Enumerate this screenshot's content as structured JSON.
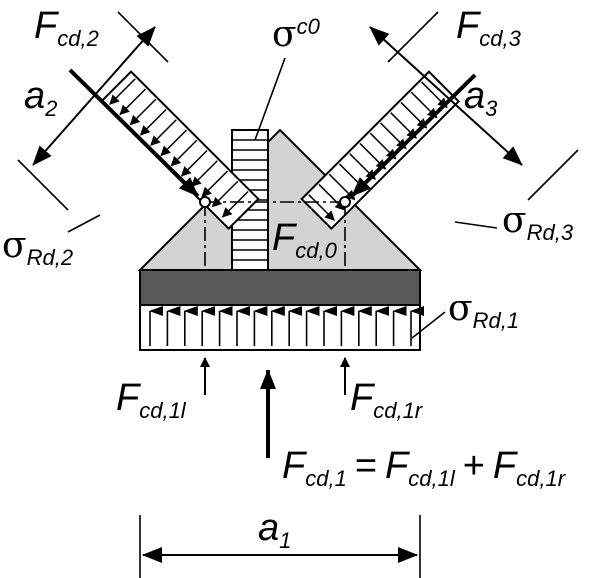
{
  "diagram": {
    "labels": {
      "fcd2": {
        "main": "F",
        "sub": "cd,2"
      },
      "fcd3": {
        "main": "F",
        "sub": "cd,3"
      },
      "a2": {
        "main": "a",
        "sub": "2"
      },
      "a3": {
        "main": "a",
        "sub": "3"
      },
      "sigma_c0": {
        "main": "σ",
        "sub": "c0"
      },
      "fcd0": {
        "main": "F",
        "sub": "cd,0"
      },
      "sigma_rd2": {
        "main": "σ",
        "sub": "Rd,2"
      },
      "sigma_rd3": {
        "main": "σ",
        "sub": "Rd,3"
      },
      "sigma_rd1": {
        "main": "σ",
        "sub": "Rd,1"
      },
      "fcd1l": {
        "main": "F",
        "sub": "cd,1l"
      },
      "fcd1r": {
        "main": "F",
        "sub": "cd,1r"
      },
      "equation": {
        "lhs_main": "F",
        "lhs_sub": "cd,1",
        "equals": "=",
        "t1_main": "F",
        "t1_sub": "cd,1l",
        "plus": "+",
        "t2_main": "F",
        "t2_sub": "cd,1r"
      },
      "a1": {
        "main": "a",
        "sub": "1"
      }
    },
    "colors": {
      "node_fill": "#d3d3d3",
      "plate_fill": "#595959",
      "line": "#000000",
      "background": "#ffffff"
    }
  }
}
